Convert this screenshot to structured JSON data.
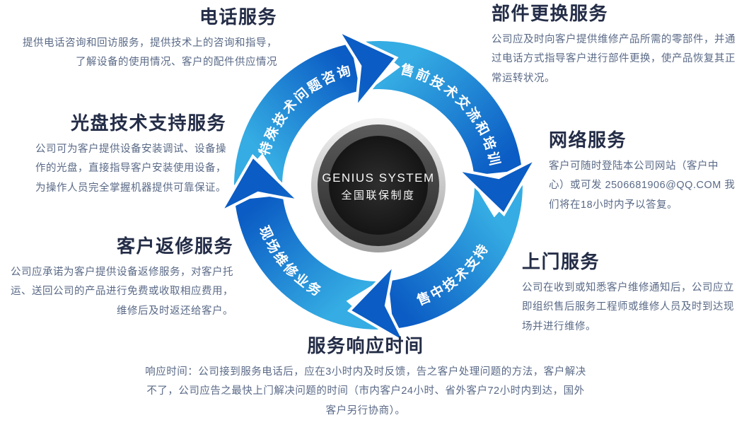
{
  "center": {
    "title": "GENIUS SYSTEM",
    "subtitle": "全国联保制度"
  },
  "ring": {
    "labels": [
      "特殊技术问题咨询",
      "售前技术交流和培训",
      "售中技术支持",
      "现场维修业务"
    ]
  },
  "colors": {
    "arc_tail": "#35ACE3",
    "arc_head": "#0B5CC4",
    "heading_text": "#242D47",
    "body_text": "#5A6A87",
    "arc_label_text": "#FFFFFF",
    "center_disc": "#1C1C1C",
    "center_ring_silver": "#C9C9C9"
  },
  "blocks": {
    "phone": {
      "title": "电话服务",
      "lines": [
        "提供电话咨询和回访服务，提供技术上的咨询和指导，",
        "了解设备的使用情况、客户的配件供应情况"
      ]
    },
    "parts": {
      "title": "部件更换服务",
      "lines": [
        "公司应及时向客户提供维修产品所需的零部件，并通",
        "过电话方式指导客户进行部件更换，使产品恢复其正",
        "常运转状况。"
      ]
    },
    "cd": {
      "title": "光盘技术支持服务",
      "lines": [
        "公司可为客户提供设备安装调试、设备操",
        "作的光盘，直接指导客户安装使用设备，",
        "为操作人员完全掌握机器提供可靠保证。"
      ]
    },
    "network": {
      "title": "网络服务",
      "lines": [
        "客户可随时登陆本公司网站（客户中",
        "心）或可发 2506681906@QQ.COM 我",
        "们将在18小时内予以答复。"
      ]
    },
    "repair": {
      "title": "客户返修服务",
      "lines": [
        "公司应承诺为客户提供设备返修服务，对客户托",
        "运、送回公司的产品进行免费或收取相应费用，",
        "维修后及时返还给客户。"
      ]
    },
    "onsite": {
      "title": "上门服务",
      "lines": [
        "公司在收到或知悉客户维修通知后，公司应立",
        "即组织售后服务工程师或维修人员及时到达现",
        "场并进行维修。"
      ]
    },
    "response": {
      "title": "服务响应时间",
      "lines": [
        "响应时间：公司接到服务电话后，应在3小时内及时反馈，告之客户处理问题的方法，客户解决",
        "不了，公司应告之最快上门解决问题的时间（市内客户24小时、省外客户72小时内到达，国外",
        "客户另行协商）。"
      ]
    }
  }
}
